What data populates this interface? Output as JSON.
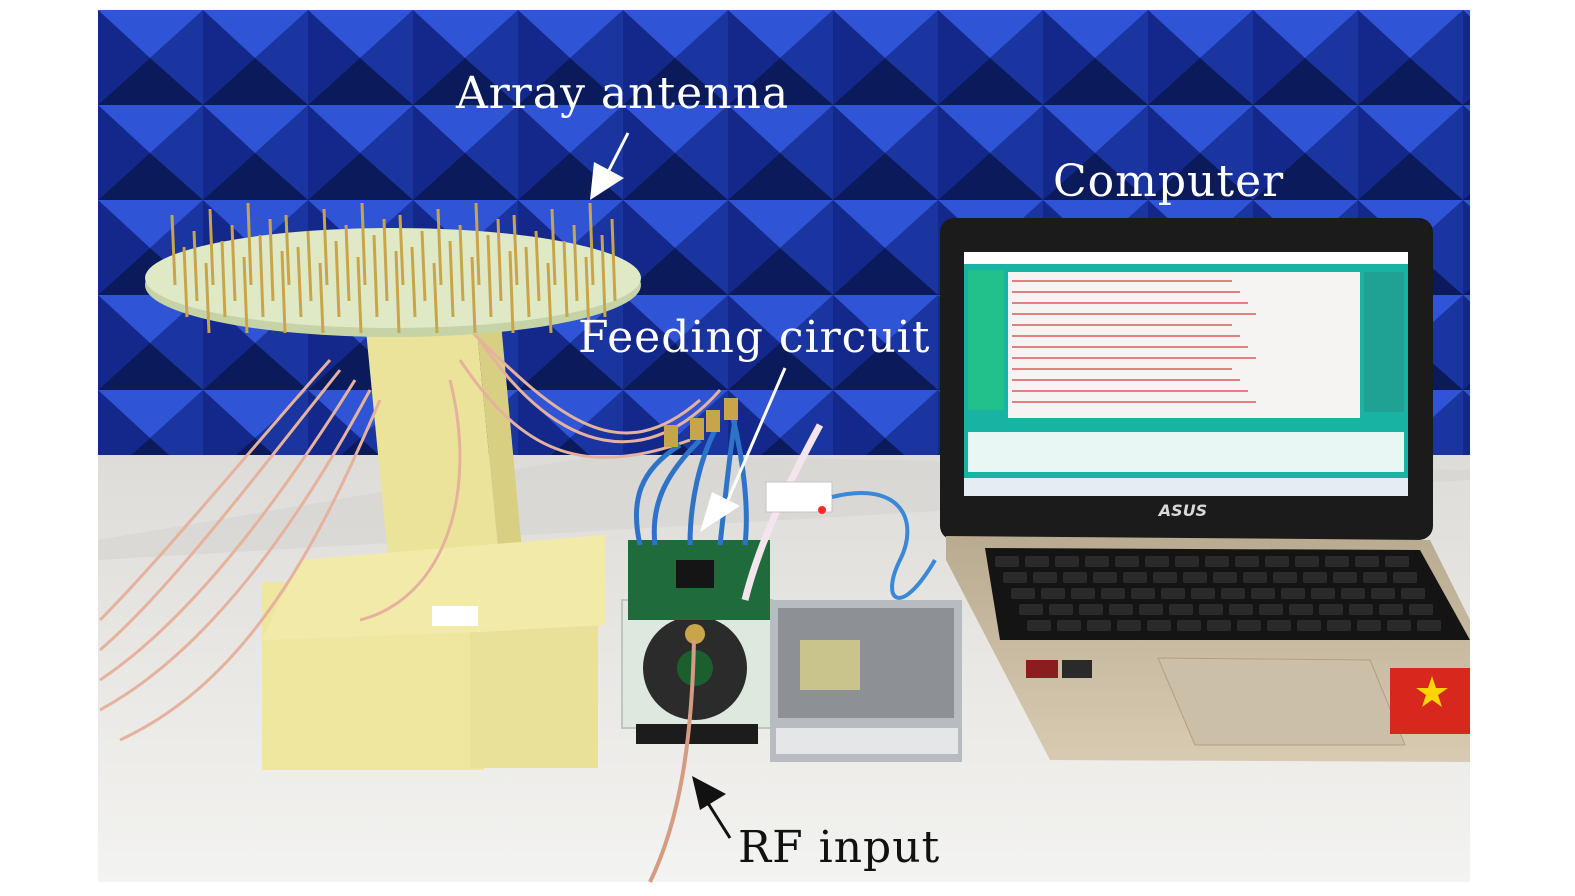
{
  "labels": {
    "array_antenna": "Array antenna",
    "feeding_circuit": "Feeding circuit",
    "computer": "Computer",
    "rf_input": "RF input"
  },
  "laptop": {
    "brand": "ASUS"
  },
  "colors": {
    "anechoic_foam": "#1f3fb0",
    "foam_dark": "#0d1f66",
    "table": "#e9e9e7",
    "support_foam": "#eee7a0",
    "antenna_disc": "#dfe9c6",
    "pin_brass": "#c9a54a",
    "cable": "#e8b4a0",
    "pcb": "#1f6b3c",
    "laptop_body": "#c7b89c",
    "screen_accent": "#18b3a3"
  }
}
